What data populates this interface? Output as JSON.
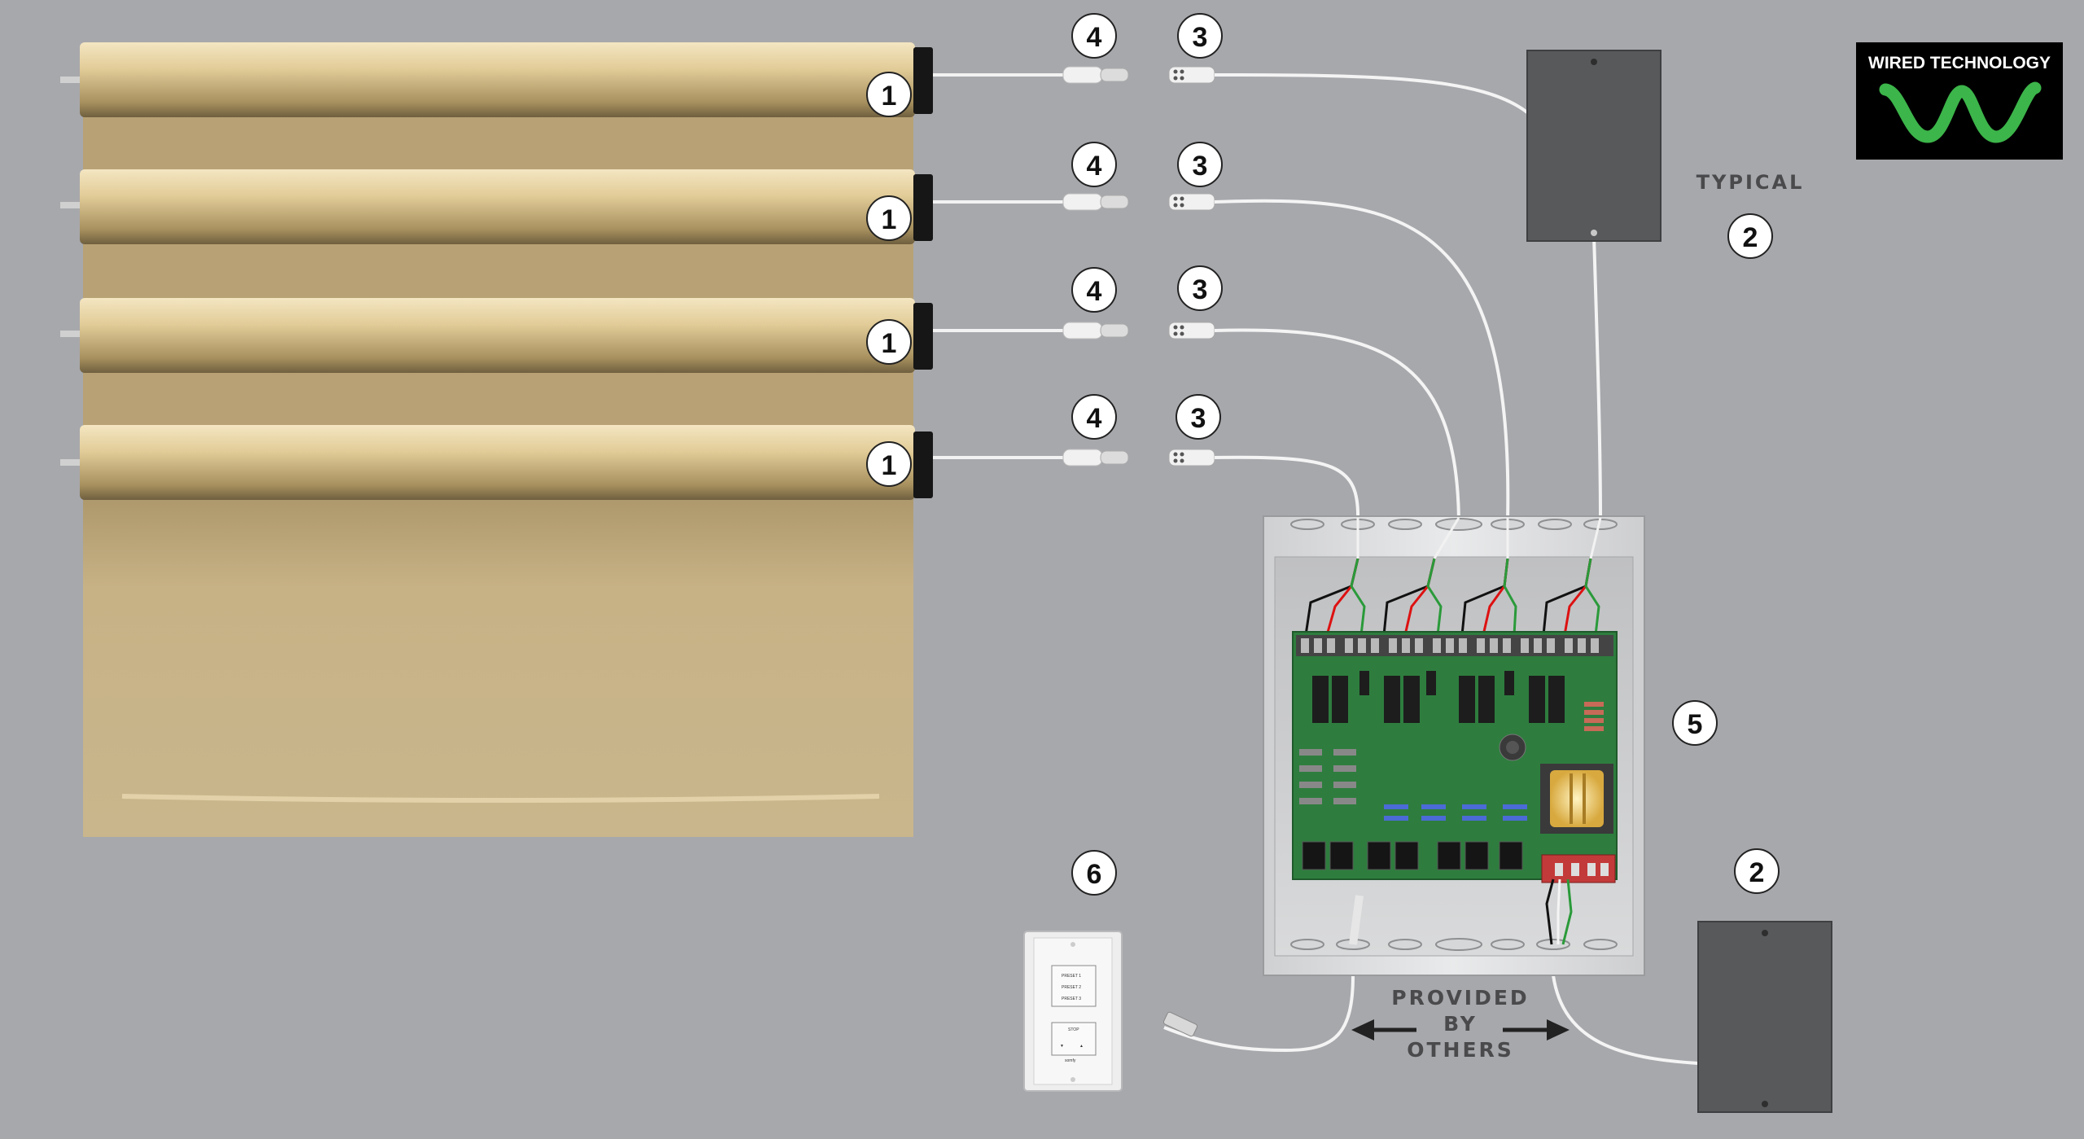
{
  "logo": {
    "text": "WIRED TECHNOLOGY",
    "accent": "#3cb54a",
    "background": "#000000"
  },
  "callouts": {
    "motor": "1",
    "power_box": "2",
    "connector_female": "3",
    "connector_male": "4",
    "control_panel": "5",
    "keypad": "6"
  },
  "labels": {
    "typical": "TYPICAL",
    "provided_line1": "PROVIDED",
    "provided_line2": "BY",
    "provided_line3": "OTHERS"
  },
  "keypad": {
    "preset1": "PRESET 1",
    "preset2": "PRESET 2",
    "preset3": "PRESET 3",
    "stop": "STOP",
    "brand": "somfy"
  },
  "colors": {
    "background": "#a7a8ac",
    "shade_fabric": "#c8b48a",
    "box": "#58595b",
    "pcb": "#2e7d3e",
    "wire": "#f2f2f2"
  }
}
